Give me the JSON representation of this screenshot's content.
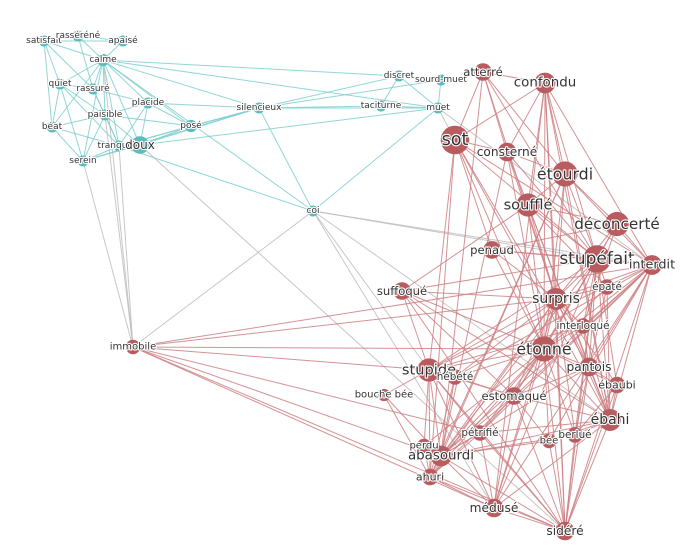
{
  "colors": {
    "teal_node": "#5bbcbc",
    "teal_edge": "#7fcfcf",
    "red_node": "#b85c60",
    "red_edge": "#cc7f82",
    "bridge_edge": "#bdbdbd",
    "label": "#333333",
    "background": "#ffffff"
  },
  "nodes": [
    {
      "id": "satisfait",
      "label": "satisfait",
      "group": "calm",
      "size": 1.0
    },
    {
      "id": "rasserene",
      "label": "rasséréné",
      "group": "calm",
      "size": 1.0
    },
    {
      "id": "apaise",
      "label": "apaisé",
      "group": "calm",
      "size": 1.0
    },
    {
      "id": "calme",
      "label": "calme",
      "group": "calm",
      "size": 1.1
    },
    {
      "id": "quiet",
      "label": "quiet",
      "group": "calm",
      "size": 1.0
    },
    {
      "id": "rassure",
      "label": "rassuré",
      "group": "calm",
      "size": 1.0
    },
    {
      "id": "placide",
      "label": "placide",
      "group": "calm",
      "size": 1.0
    },
    {
      "id": "paisible",
      "label": "paisible",
      "group": "calm",
      "size": 1.0
    },
    {
      "id": "beat",
      "label": "béat",
      "group": "calm",
      "size": 1.0
    },
    {
      "id": "pose",
      "label": "posé",
      "group": "calm",
      "size": 1.1
    },
    {
      "id": "tranquille",
      "label": "tranquille",
      "group": "calm",
      "size": 1.0
    },
    {
      "id": "doux",
      "label": "doux",
      "group": "calm",
      "size": 1.6
    },
    {
      "id": "serein",
      "label": "serein",
      "group": "calm",
      "size": 1.0
    },
    {
      "id": "silencieux",
      "label": "silencieux",
      "group": "calm",
      "size": 1.0
    },
    {
      "id": "discret",
      "label": "discret",
      "group": "calm",
      "size": 1.0
    },
    {
      "id": "sourdmuet",
      "label": "sourd-muet",
      "group": "calm",
      "size": 1.0
    },
    {
      "id": "taciturne",
      "label": "taciturne",
      "group": "calm",
      "size": 1.0
    },
    {
      "id": "muet",
      "label": "muet",
      "group": "calm",
      "size": 1.0
    },
    {
      "id": "coi",
      "label": "coi",
      "group": "calm",
      "size": 1.0
    },
    {
      "id": "atterre",
      "label": "atterré",
      "group": "surprise",
      "size": 1.6
    },
    {
      "id": "confondu",
      "label": "confondu",
      "group": "surprise",
      "size": 1.9
    },
    {
      "id": "sot",
      "label": "sot",
      "group": "surprise",
      "size": 2.6
    },
    {
      "id": "consterne",
      "label": "consterné",
      "group": "surprise",
      "size": 1.7
    },
    {
      "id": "etourdi",
      "label": "étourdi",
      "group": "surprise",
      "size": 2.3
    },
    {
      "id": "souffle",
      "label": "soufflé",
      "group": "surprise",
      "size": 2.1
    },
    {
      "id": "deconcerte",
      "label": "déconcerté",
      "group": "surprise",
      "size": 2.2
    },
    {
      "id": "penaud",
      "label": "penaud",
      "group": "surprise",
      "size": 1.6
    },
    {
      "id": "stupefait",
      "label": "stupéfait",
      "group": "surprise",
      "size": 2.5
    },
    {
      "id": "interdit",
      "label": "interdit",
      "group": "surprise",
      "size": 1.8
    },
    {
      "id": "suffoque",
      "label": "suffoqué",
      "group": "surprise",
      "size": 1.6
    },
    {
      "id": "epate",
      "label": "épaté",
      "group": "surprise",
      "size": 1.4
    },
    {
      "id": "surpris",
      "label": "surpris",
      "group": "surprise",
      "size": 2.0
    },
    {
      "id": "interloque",
      "label": "interloqué",
      "group": "surprise",
      "size": 1.4
    },
    {
      "id": "immobile",
      "label": "immobile",
      "group": "surprise",
      "size": 1.3
    },
    {
      "id": "etonne",
      "label": "étonné",
      "group": "surprise",
      "size": 2.3
    },
    {
      "id": "pantois",
      "label": "pantois",
      "group": "surprise",
      "size": 1.7
    },
    {
      "id": "stupide",
      "label": "stupide",
      "group": "surprise",
      "size": 2.1
    },
    {
      "id": "hebete",
      "label": "hébété",
      "group": "surprise",
      "size": 1.4
    },
    {
      "id": "ebaubi",
      "label": "ébaubi",
      "group": "surprise",
      "size": 1.5
    },
    {
      "id": "bouchebee",
      "label": "bouche bée",
      "group": "surprise",
      "size": 1.1
    },
    {
      "id": "estomaque",
      "label": "estomaqué",
      "group": "surprise",
      "size": 1.6
    },
    {
      "id": "ebahi",
      "label": "ébahi",
      "group": "surprise",
      "size": 2.0
    },
    {
      "id": "petrifie",
      "label": "pétrifié",
      "group": "surprise",
      "size": 1.4
    },
    {
      "id": "bee",
      "label": "bée",
      "group": "surprise",
      "size": 1.3
    },
    {
      "id": "berlue",
      "label": "berlué",
      "group": "surprise",
      "size": 1.4
    },
    {
      "id": "perdu",
      "label": "perdu",
      "group": "surprise",
      "size": 1.3
    },
    {
      "id": "abasourdi",
      "label": "abasourdi",
      "group": "surprise",
      "size": 1.9
    },
    {
      "id": "ahuri",
      "label": "ahuri",
      "group": "surprise",
      "size": 1.5
    },
    {
      "id": "meduse",
      "label": "médusé",
      "group": "surprise",
      "size": 1.7
    },
    {
      "id": "sidere",
      "label": "sidéré",
      "group": "surprise",
      "size": 1.7
    }
  ],
  "edges": [
    [
      "satisfait",
      "rasserene"
    ],
    [
      "satisfait",
      "apaise"
    ],
    [
      "satisfait",
      "calme"
    ],
    [
      "satisfait",
      "quiet"
    ],
    [
      "satisfait",
      "beat"
    ],
    [
      "satisfait",
      "rassure"
    ],
    [
      "rasserene",
      "apaise"
    ],
    [
      "rasserene",
      "calme"
    ],
    [
      "rasserene",
      "rassure"
    ],
    [
      "apaise",
      "calme"
    ],
    [
      "calme",
      "quiet"
    ],
    [
      "calme",
      "rassure"
    ],
    [
      "calme",
      "placide"
    ],
    [
      "calme",
      "paisible"
    ],
    [
      "calme",
      "pose"
    ],
    [
      "calme",
      "tranquille"
    ],
    [
      "calme",
      "doux"
    ],
    [
      "calme",
      "serein"
    ],
    [
      "calme",
      "beat"
    ],
    [
      "calme",
      "silencieux"
    ],
    [
      "calme",
      "muet"
    ],
    [
      "calme",
      "discret"
    ],
    [
      "calme",
      "coi"
    ],
    [
      "calme",
      "immobile"
    ],
    [
      "quiet",
      "rassure"
    ],
    [
      "quiet",
      "paisible"
    ],
    [
      "quiet",
      "beat"
    ],
    [
      "quiet",
      "serein"
    ],
    [
      "quiet",
      "tranquille"
    ],
    [
      "rassure",
      "paisible"
    ],
    [
      "rassure",
      "placide"
    ],
    [
      "rassure",
      "tranquille"
    ],
    [
      "placide",
      "paisible"
    ],
    [
      "placide",
      "pose"
    ],
    [
      "placide",
      "doux"
    ],
    [
      "placide",
      "tranquille"
    ],
    [
      "placide",
      "silencieux"
    ],
    [
      "paisible",
      "tranquille"
    ],
    [
      "paisible",
      "doux"
    ],
    [
      "paisible",
      "serein"
    ],
    [
      "paisible",
      "beat"
    ],
    [
      "paisible",
      "pose"
    ],
    [
      "paisible",
      "immobile"
    ],
    [
      "beat",
      "serein"
    ],
    [
      "beat",
      "tranquille"
    ],
    [
      "pose",
      "doux"
    ],
    [
      "pose",
      "tranquille"
    ],
    [
      "pose",
      "silencieux"
    ],
    [
      "tranquille",
      "doux"
    ],
    [
      "tranquille",
      "serein"
    ],
    [
      "tranquille",
      "silencieux"
    ],
    [
      "tranquille",
      "immobile"
    ],
    [
      "tranquille",
      "coi"
    ],
    [
      "doux",
      "serein"
    ],
    [
      "doux",
      "silencieux"
    ],
    [
      "doux",
      "muet"
    ],
    [
      "doux",
      "sidere"
    ],
    [
      "serein",
      "silencieux"
    ],
    [
      "serein",
      "immobile"
    ],
    [
      "silencieux",
      "taciturne"
    ],
    [
      "silencieux",
      "muet"
    ],
    [
      "silencieux",
      "discret"
    ],
    [
      "silencieux",
      "coi"
    ],
    [
      "silencieux",
      "sourdmuet"
    ],
    [
      "discret",
      "muet"
    ],
    [
      "discret",
      "taciturne"
    ],
    [
      "sourdmuet",
      "muet"
    ],
    [
      "taciturne",
      "muet"
    ],
    [
      "muet",
      "coi"
    ],
    [
      "muet",
      "sot"
    ],
    [
      "muet",
      "interdit"
    ],
    [
      "coi",
      "stupefait"
    ],
    [
      "coi",
      "interdit"
    ],
    [
      "coi",
      "stupide"
    ],
    [
      "coi",
      "meduse"
    ],
    [
      "coi",
      "ebahi"
    ],
    [
      "coi",
      "immobile"
    ],
    [
      "immobile",
      "sidere"
    ],
    [
      "immobile",
      "meduse"
    ],
    [
      "immobile",
      "petrifie"
    ],
    [
      "immobile",
      "stupide"
    ],
    [
      "immobile",
      "etonne"
    ],
    [
      "immobile",
      "surpris"
    ],
    [
      "immobile",
      "interdit"
    ],
    [
      "immobile",
      "abasourdi"
    ],
    [
      "atterre",
      "confondu"
    ],
    [
      "atterre",
      "consterne"
    ],
    [
      "atterre",
      "etourdi"
    ],
    [
      "atterre",
      "stupefait"
    ],
    [
      "atterre",
      "sot"
    ],
    [
      "atterre",
      "surpris"
    ],
    [
      "atterre",
      "abasourdi"
    ],
    [
      "confondu",
      "sot"
    ],
    [
      "confondu",
      "consterne"
    ],
    [
      "confondu",
      "etourdi"
    ],
    [
      "confondu",
      "souffle"
    ],
    [
      "confondu",
      "stupefait"
    ],
    [
      "confondu",
      "interdit"
    ],
    [
      "confondu",
      "etonne"
    ],
    [
      "confondu",
      "surpris"
    ],
    [
      "confondu",
      "ebahi"
    ],
    [
      "confondu",
      "sidere"
    ],
    [
      "confondu",
      "meduse"
    ],
    [
      "sot",
      "consterne"
    ],
    [
      "sot",
      "stupide"
    ],
    [
      "sot",
      "penaud"
    ],
    [
      "sot",
      "interdit"
    ],
    [
      "sot",
      "etonne"
    ],
    [
      "sot",
      "stupefait"
    ],
    [
      "sot",
      "ahuri"
    ],
    [
      "sot",
      "pantois"
    ],
    [
      "sot",
      "ebahi"
    ],
    [
      "consterne",
      "etourdi"
    ],
    [
      "consterne",
      "stupefait"
    ],
    [
      "consterne",
      "souffle"
    ],
    [
      "consterne",
      "etonne"
    ],
    [
      "consterne",
      "surpris"
    ],
    [
      "consterne",
      "abasourdi"
    ],
    [
      "etourdi",
      "souffle"
    ],
    [
      "etourdi",
      "deconcerte"
    ],
    [
      "etourdi",
      "stupefait"
    ],
    [
      "etourdi",
      "etonne"
    ],
    [
      "etourdi",
      "surpris"
    ],
    [
      "etourdi",
      "ebahi"
    ],
    [
      "etourdi",
      "abasourdi"
    ],
    [
      "etourdi",
      "interdit"
    ],
    [
      "etourdi",
      "ahuri"
    ],
    [
      "souffle",
      "stupefait"
    ],
    [
      "souffle",
      "deconcerte"
    ],
    [
      "souffle",
      "etonne"
    ],
    [
      "souffle",
      "surpris"
    ],
    [
      "souffle",
      "suffoque"
    ],
    [
      "souffle",
      "epate"
    ],
    [
      "souffle",
      "ebahi"
    ],
    [
      "souffle",
      "pantois"
    ],
    [
      "deconcerte",
      "stupefait"
    ],
    [
      "deconcerte",
      "interdit"
    ],
    [
      "deconcerte",
      "surpris"
    ],
    [
      "deconcerte",
      "etonne"
    ],
    [
      "deconcerte",
      "interloque"
    ],
    [
      "deconcerte",
      "penaud"
    ],
    [
      "penaud",
      "surpris"
    ],
    [
      "penaud",
      "etonne"
    ],
    [
      "penaud",
      "interdit"
    ],
    [
      "penaud",
      "stupefait"
    ],
    [
      "stupefait",
      "interdit"
    ],
    [
      "stupefait",
      "epate"
    ],
    [
      "stupefait",
      "surpris"
    ],
    [
      "stupefait",
      "interloque"
    ],
    [
      "stupefait",
      "etonne"
    ],
    [
      "stupefait",
      "pantois"
    ],
    [
      "stupefait",
      "stupide"
    ],
    [
      "stupefait",
      "ebaubi"
    ],
    [
      "stupefait",
      "ebahi"
    ],
    [
      "stupefait",
      "estomaque"
    ],
    [
      "stupefait",
      "sidere"
    ],
    [
      "stupefait",
      "meduse"
    ],
    [
      "stupefait",
      "suffoque"
    ],
    [
      "stupefait",
      "abasourdi"
    ],
    [
      "stupefait",
      "berlue"
    ],
    [
      "interdit",
      "surpris"
    ],
    [
      "interdit",
      "interloque"
    ],
    [
      "interdit",
      "etonne"
    ],
    [
      "interdit",
      "pantois"
    ],
    [
      "interdit",
      "ebahi"
    ],
    [
      "interdit",
      "sidere"
    ],
    [
      "interdit",
      "meduse"
    ],
    [
      "interdit",
      "stupide"
    ],
    [
      "interdit",
      "abasourdi"
    ],
    [
      "interdit",
      "ahuri"
    ],
    [
      "interdit",
      "petrifie"
    ],
    [
      "interdit",
      "bee"
    ],
    [
      "interdit",
      "hebete"
    ],
    [
      "suffoque",
      "surpris"
    ],
    [
      "suffoque",
      "etonne"
    ],
    [
      "suffoque",
      "stupide"
    ],
    [
      "suffoque",
      "estomaque"
    ],
    [
      "suffoque",
      "ebahi"
    ],
    [
      "suffoque",
      "sidere"
    ],
    [
      "epate",
      "surpris"
    ],
    [
      "epate",
      "etonne"
    ],
    [
      "epate",
      "pantois"
    ],
    [
      "epate",
      "ebahi"
    ],
    [
      "surpris",
      "interloque"
    ],
    [
      "surpris",
      "etonne"
    ],
    [
      "surpris",
      "stupide"
    ],
    [
      "surpris",
      "pantois"
    ],
    [
      "surpris",
      "ebahi"
    ],
    [
      "surpris",
      "estomaque"
    ],
    [
      "surpris",
      "abasourdi"
    ],
    [
      "surpris",
      "ahuri"
    ],
    [
      "surpris",
      "sidere"
    ],
    [
      "surpris",
      "meduse"
    ],
    [
      "surpris",
      "ebaubi"
    ],
    [
      "surpris",
      "berlue"
    ],
    [
      "surpris",
      "hebete"
    ],
    [
      "interloque",
      "etonne"
    ],
    [
      "interloque",
      "pantois"
    ],
    [
      "interloque",
      "ebahi"
    ],
    [
      "interloque",
      "stupide"
    ],
    [
      "etonne",
      "stupide"
    ],
    [
      "etonne",
      "pantois"
    ],
    [
      "etonne",
      "ebahi"
    ],
    [
      "etonne",
      "estomaque"
    ],
    [
      "etonne",
      "ebaubi"
    ],
    [
      "etonne",
      "abasourdi"
    ],
    [
      "etonne",
      "ahuri"
    ],
    [
      "etonne",
      "sidere"
    ],
    [
      "etonne",
      "meduse"
    ],
    [
      "etonne",
      "petrifie"
    ],
    [
      "etonne",
      "berlue"
    ],
    [
      "etonne",
      "bee"
    ],
    [
      "etonne",
      "hebete"
    ],
    [
      "etonne",
      "perdu"
    ],
    [
      "pantois",
      "ebahi"
    ],
    [
      "pantois",
      "estomaque"
    ],
    [
      "pantois",
      "ebaubi"
    ],
    [
      "pantois",
      "sidere"
    ],
    [
      "pantois",
      "abasourdi"
    ],
    [
      "pantois",
      "berlue"
    ],
    [
      "stupide",
      "hebete"
    ],
    [
      "stupide",
      "bouchebee"
    ],
    [
      "stupide",
      "abasourdi"
    ],
    [
      "stupide",
      "ahuri"
    ],
    [
      "stupide",
      "meduse"
    ],
    [
      "stupide",
      "sidere"
    ],
    [
      "stupide",
      "perdu"
    ],
    [
      "stupide",
      "petrifie"
    ],
    [
      "stupide",
      "estomaque"
    ],
    [
      "hebete",
      "abasourdi"
    ],
    [
      "hebete",
      "ahuri"
    ],
    [
      "hebete",
      "estomaque"
    ],
    [
      "ebaubi",
      "ebahi"
    ],
    [
      "ebaubi",
      "sidere"
    ],
    [
      "ebaubi",
      "berlue"
    ],
    [
      "bouchebee",
      "abasourdi"
    ],
    [
      "bouchebee",
      "ahuri"
    ],
    [
      "estomaque",
      "ebahi"
    ],
    [
      "estomaque",
      "abasourdi"
    ],
    [
      "estomaque",
      "sidere"
    ],
    [
      "estomaque",
      "meduse"
    ],
    [
      "estomaque",
      "petrifie"
    ],
    [
      "estomaque",
      "bee"
    ],
    [
      "ebahi",
      "sidere"
    ],
    [
      "ebahi",
      "meduse"
    ],
    [
      "ebahi",
      "abasourdi"
    ],
    [
      "ebahi",
      "berlue"
    ],
    [
      "ebahi",
      "bee"
    ],
    [
      "ebahi",
      "petrifie"
    ],
    [
      "petrifie",
      "abasourdi"
    ],
    [
      "petrifie",
      "meduse"
    ],
    [
      "petrifie",
      "sidere"
    ],
    [
      "petrifie",
      "ahuri"
    ],
    [
      "bee",
      "sidere"
    ],
    [
      "bee",
      "abasourdi"
    ],
    [
      "berlue",
      "sidere"
    ],
    [
      "berlue",
      "abasourdi"
    ],
    [
      "perdu",
      "abasourdi"
    ],
    [
      "perdu",
      "ahuri"
    ],
    [
      "abasourdi",
      "ahuri"
    ],
    [
      "abasourdi",
      "meduse"
    ],
    [
      "abasourdi",
      "sidere"
    ],
    [
      "ahuri",
      "meduse"
    ],
    [
      "ahuri",
      "sidere"
    ],
    [
      "meduse",
      "sidere"
    ]
  ]
}
